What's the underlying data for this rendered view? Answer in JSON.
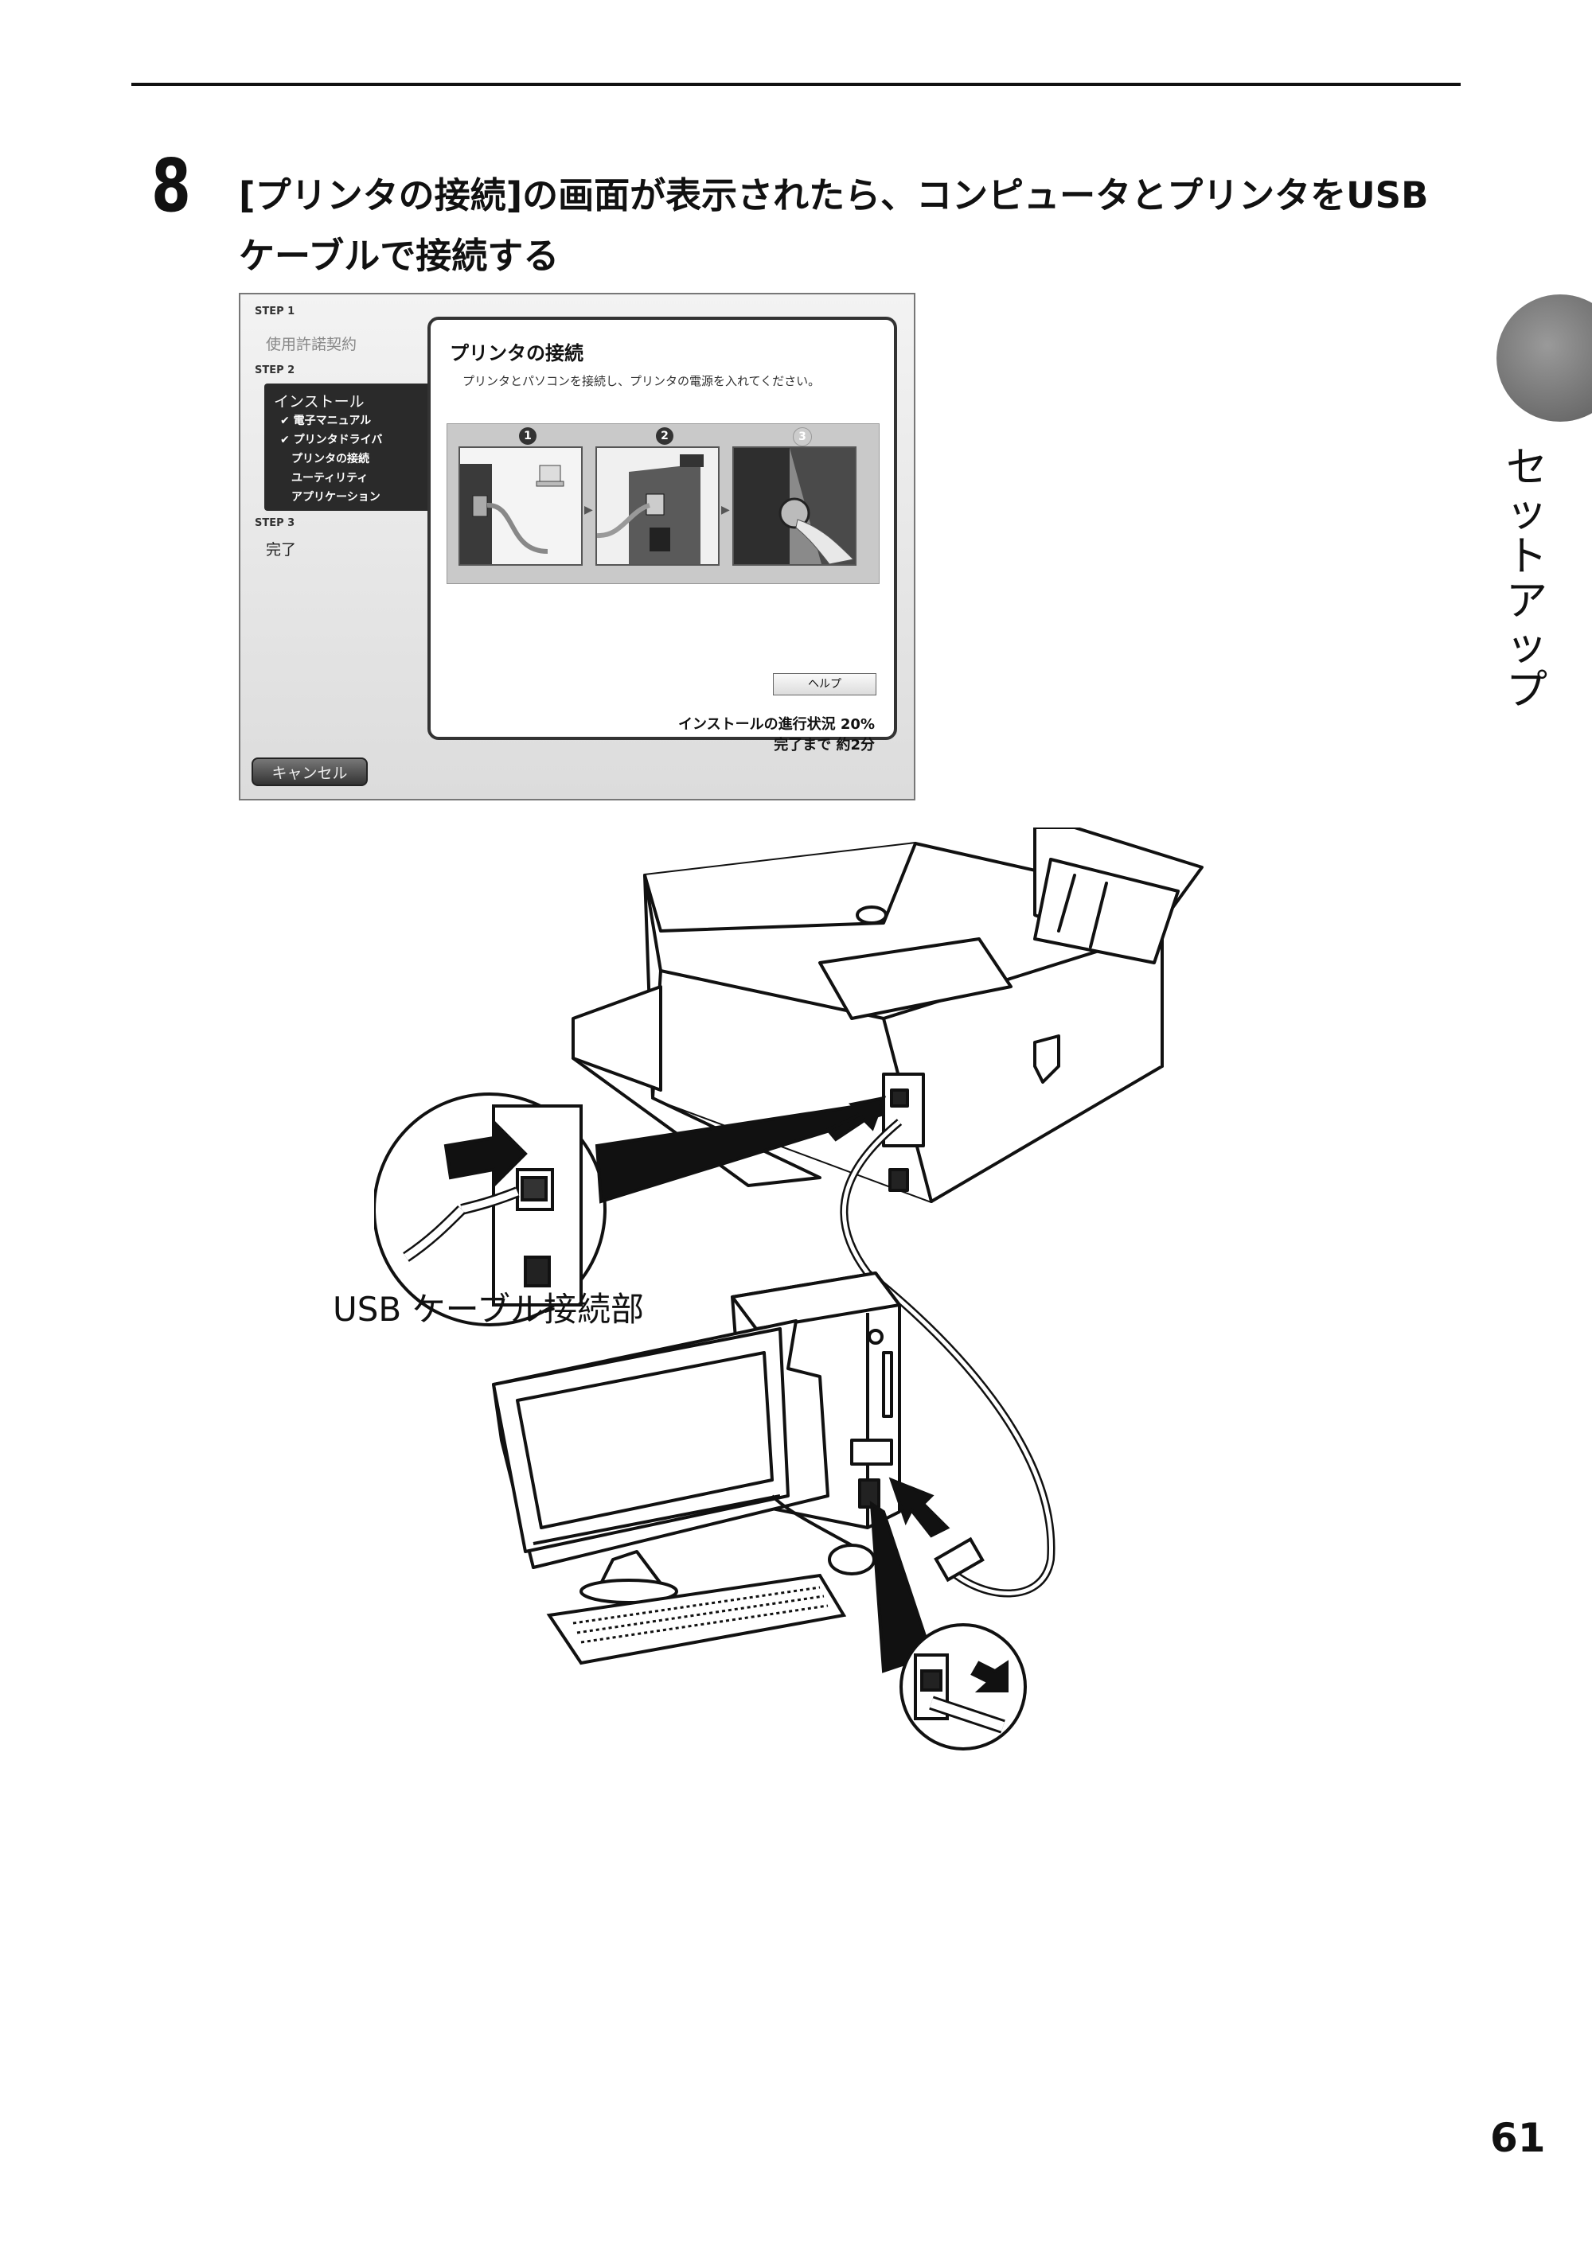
{
  "step": {
    "number": "8",
    "title_line1": "[プリンタの接続]の画面が表示されたら、コンピュータとプリンタをUSB",
    "title_line2": "ケーブルで接続する"
  },
  "side_tab": {
    "label_chars": [
      "セ",
      "ッ",
      "ト",
      "ア",
      "ッ",
      "プ"
    ]
  },
  "installer": {
    "step1_label": "STEP 1",
    "step1_item": "使用許諾契約",
    "step2_label": "STEP 2",
    "step2_current": "インストール",
    "step2_subitems": [
      "✔ 電子マニュアル",
      "✔ プリンタドライバ",
      "プリンタの接続",
      "ユーティリティ",
      "アプリケーション"
    ],
    "step3_label": "STEP 3",
    "step3_item": "完了",
    "panel_title": "プリンタの接続",
    "panel_desc": "プリンタとパソコンを接続し、プリンタの電源を入れてください。",
    "frame_numbers": [
      "1",
      "2",
      "3"
    ],
    "help_label": "ヘルプ",
    "progress_line": "インストールの進行状況 20%",
    "remaining_line": "完了まで 約2分",
    "cancel_label": "キャンセル"
  },
  "illustration": {
    "usb_callout": "USB ケーブル接続部"
  },
  "page_number": "61"
}
